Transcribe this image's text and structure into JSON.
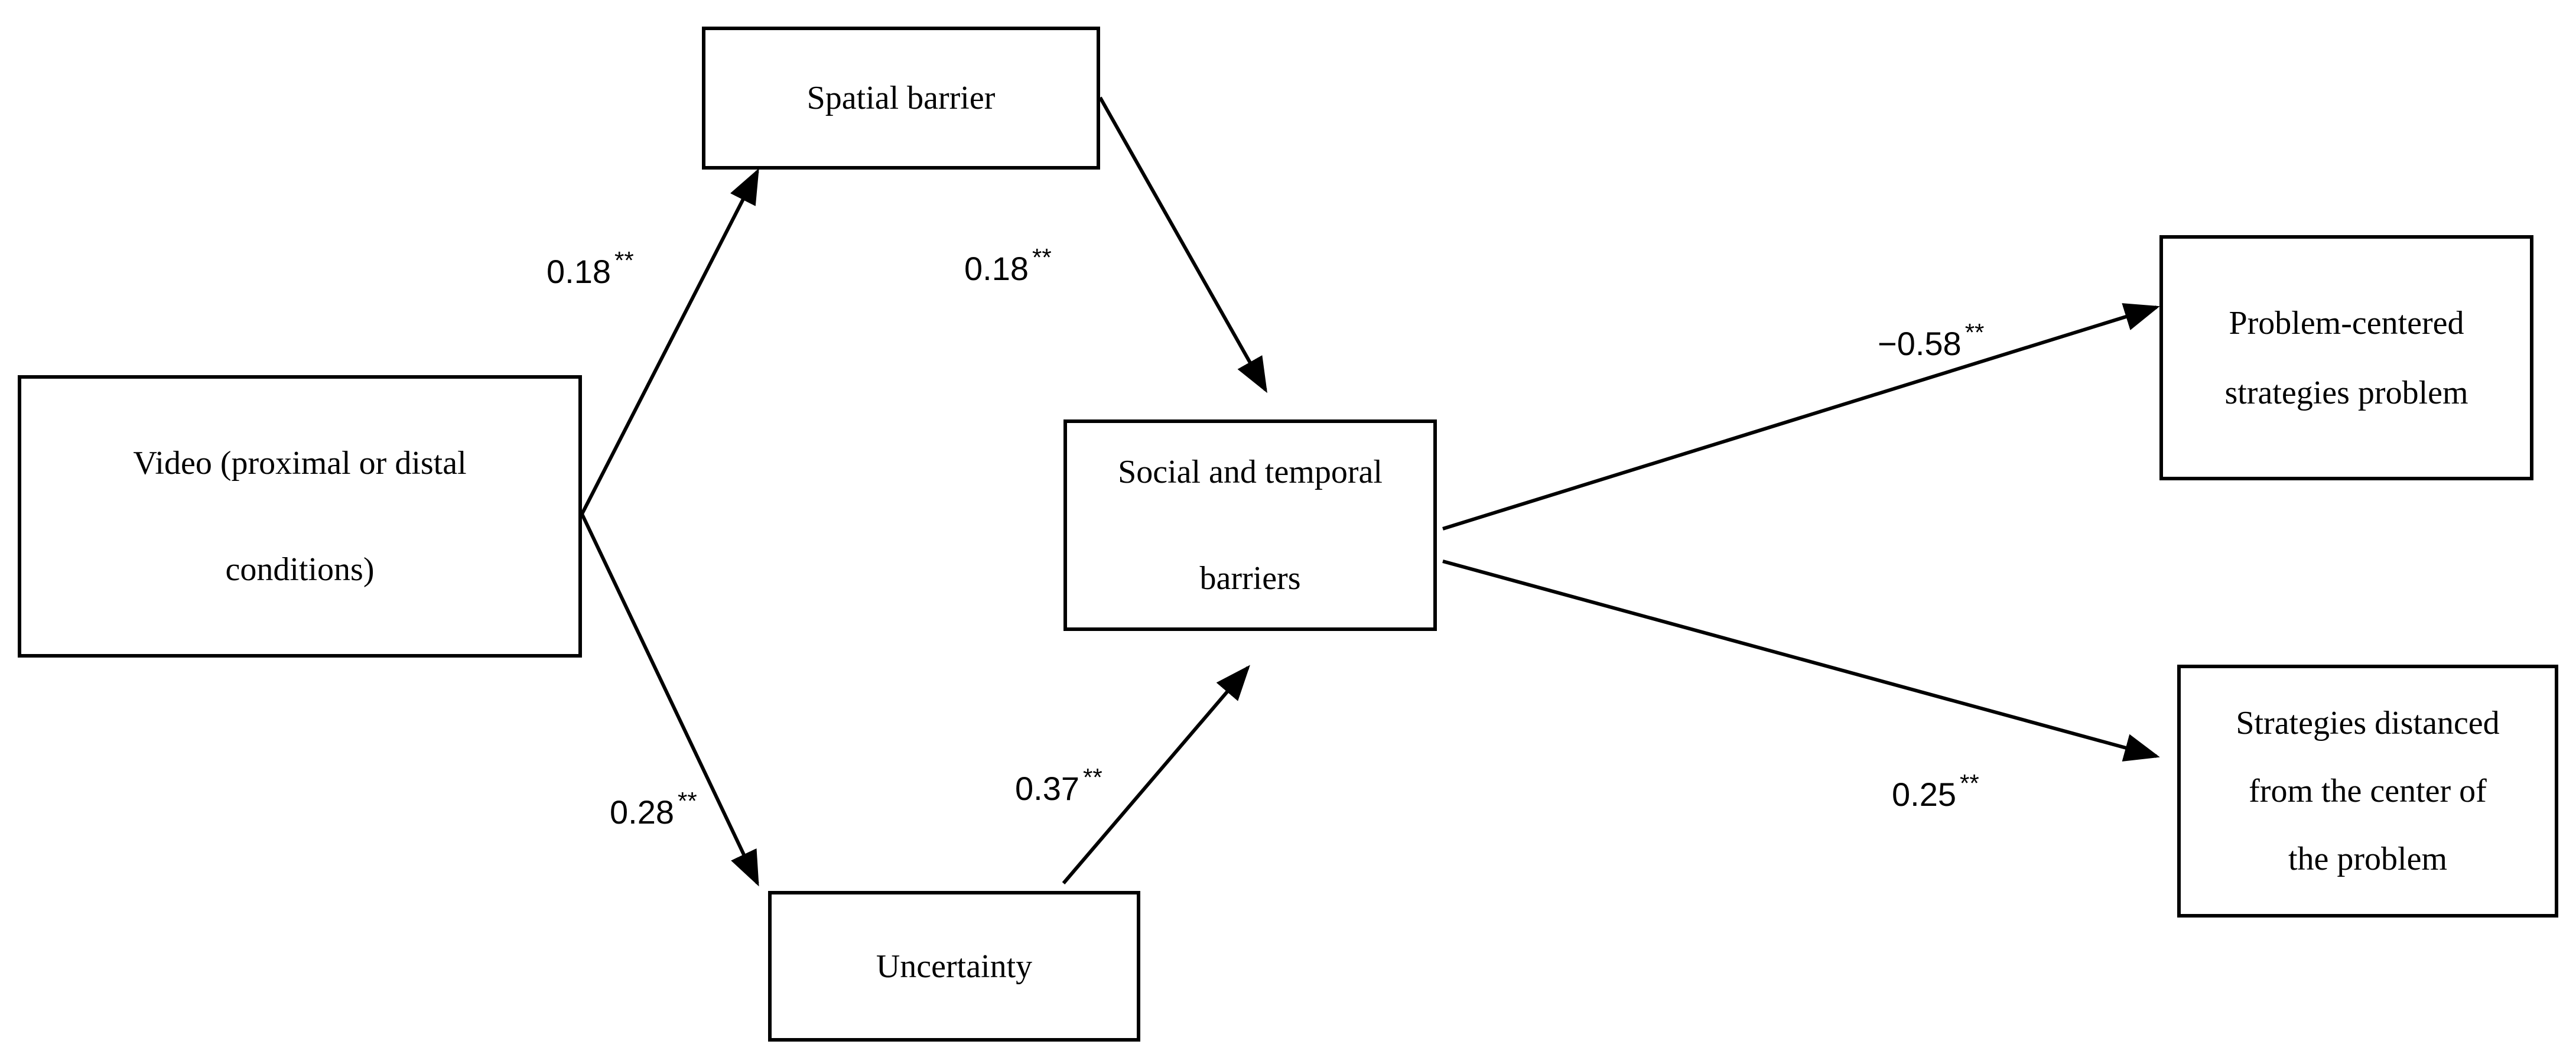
{
  "nodes": {
    "video": "Video (proximal or distal\nconditions)",
    "spatial": "Spatial barrier",
    "uncertainty": "Uncertainty",
    "social": "Social and temporal\nbarriers",
    "problem_centered": "Problem-centered\nstrategies problem",
    "distanced": "Strategies distanced\nfrom the center of\nthe problem"
  },
  "paths": [
    {
      "from": "video",
      "to": "spatial",
      "coefficient": "0.18",
      "significance": "**"
    },
    {
      "from": "video",
      "to": "uncertainty",
      "coefficient": "0.28",
      "significance": "**"
    },
    {
      "from": "spatial",
      "to": "social",
      "coefficient": "0.18",
      "significance": "**"
    },
    {
      "from": "uncertainty",
      "to": "social",
      "coefficient": "0.37",
      "significance": "**"
    },
    {
      "from": "social",
      "to": "problem_centered",
      "coefficient": "−0.58",
      "significance": "**"
    },
    {
      "from": "social",
      "to": "distanced",
      "coefficient": "0.25",
      "significance": "**"
    }
  ],
  "colors": {
    "stroke": "#000000",
    "background": "#ffffff"
  }
}
